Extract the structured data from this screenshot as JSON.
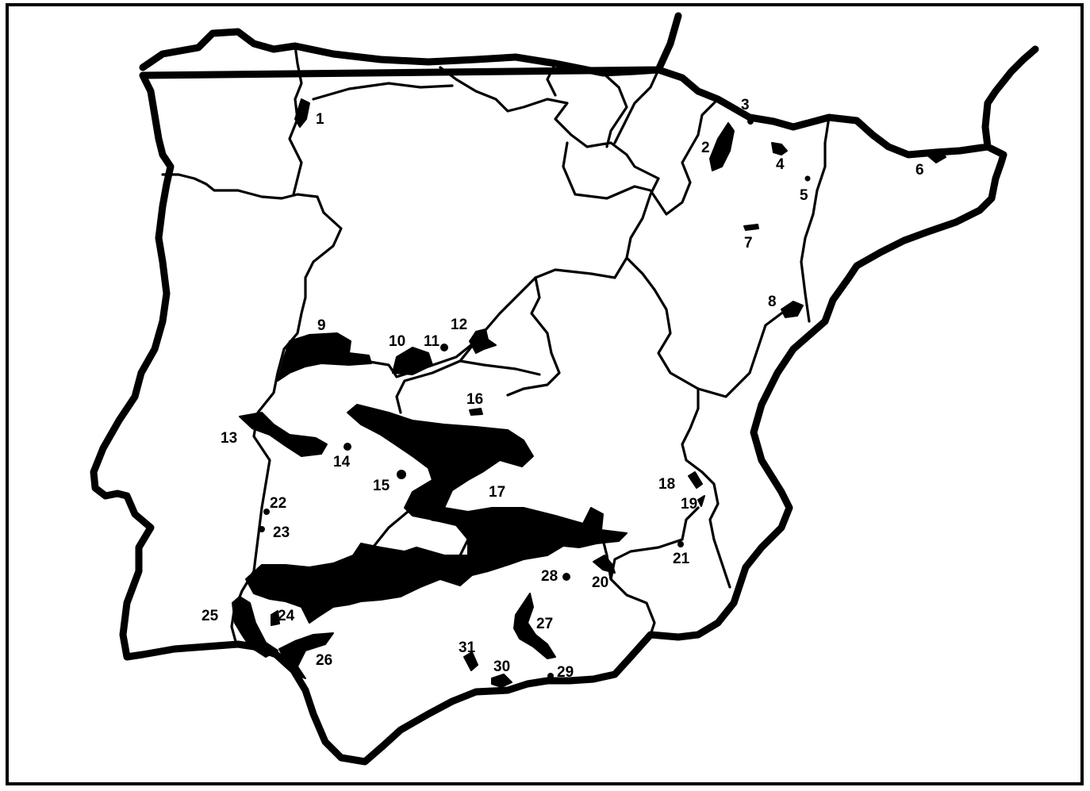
{
  "map": {
    "labels": [
      "1",
      "2",
      "3",
      "4",
      "5",
      "6",
      "7",
      "8",
      "9",
      "10",
      "11",
      "12",
      "13",
      "14",
      "15",
      "16",
      "17",
      "18",
      "19",
      "20",
      "21",
      "22",
      "23",
      "24",
      "25",
      "26",
      "27",
      "28",
      "29",
      "30",
      "31"
    ],
    "ink_color": "#000000",
    "background_color": "#ffffff"
  }
}
